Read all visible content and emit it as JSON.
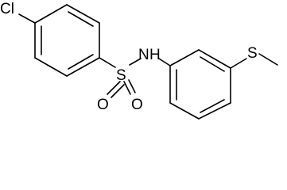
{
  "molecule": {
    "atoms": {
      "cl": "Cl",
      "s_sulfonyl": "S",
      "o_top": "O",
      "o_bottom": "O",
      "nh": "N",
      "nh_h": "H",
      "s_thio": "S"
    }
  }
}
